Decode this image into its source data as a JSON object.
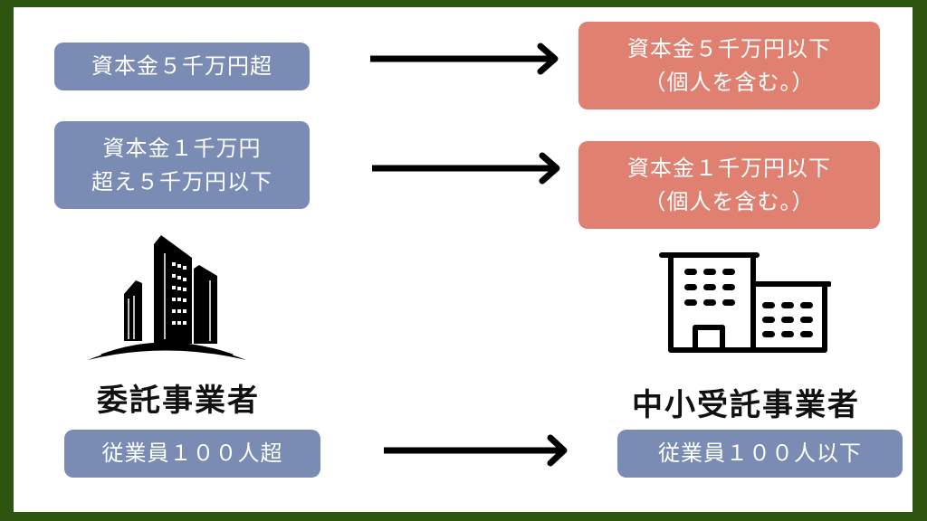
{
  "colors": {
    "frame": "#2d5510",
    "left_box": "#7a8cb4",
    "right_box": "#e08070",
    "text_on_box": "#ffffff",
    "arrow": "#000000"
  },
  "rows": [
    {
      "left": [
        "資本金５千万円超"
      ],
      "right": [
        "資本金５千万円以下",
        "（個人を含む。）"
      ]
    },
    {
      "left": [
        "資本金１千万円",
        "超え５千万円以下"
      ],
      "right": [
        "資本金１千万円以下",
        "（個人を含む。）"
      ]
    },
    {
      "left": [
        "従業員１００人超"
      ],
      "right": [
        "従業員１００人以下"
      ]
    }
  ],
  "labels": {
    "left_entity": "委託事業者",
    "right_entity": "中小受託事業者"
  },
  "icons": {
    "left": "skyscraper-icon",
    "right": "office-building-icon",
    "arrow": "arrow-right-icon"
  }
}
